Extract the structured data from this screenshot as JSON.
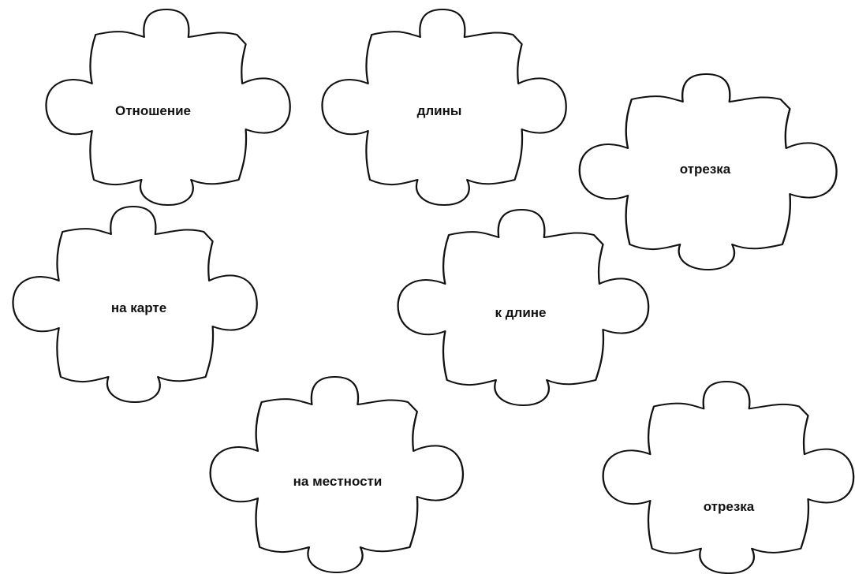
{
  "puzzle": {
    "pieces": [
      {
        "label": "Отношение"
      },
      {
        "label": "длины"
      },
      {
        "label": "отрезка"
      },
      {
        "label": "на карте"
      },
      {
        "label": "к длине"
      },
      {
        "label": "на местности"
      },
      {
        "label": "отрезка"
      }
    ]
  },
  "colors": {
    "background": "#ffffff",
    "outline": "#111111",
    "text": "#111111"
  }
}
